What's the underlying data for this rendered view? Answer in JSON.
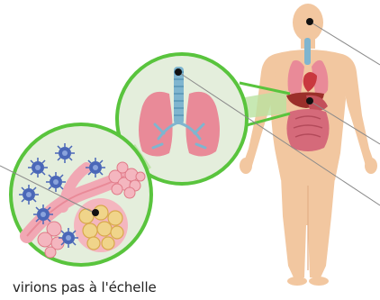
{
  "caption": "virions pas à l'échelle",
  "colors": {
    "skin": "#f2c7a0",
    "skin_shadow": "#e3ae86",
    "lung": "#e98a98",
    "lung_light": "#f4b6bf",
    "trachea": "#7fb5cf",
    "circle_fill": "#e4eedc",
    "circle_ring": "#59c43d",
    "virion": "#4a67b8",
    "alveoli": "#f0d48a",
    "pointer_dot": "#111111",
    "leader_line": "#8a8a8a"
  },
  "icons": [
    "virion-icon",
    "alveoli-cluster",
    "lungs-illustration",
    "human-body-illustration"
  ]
}
